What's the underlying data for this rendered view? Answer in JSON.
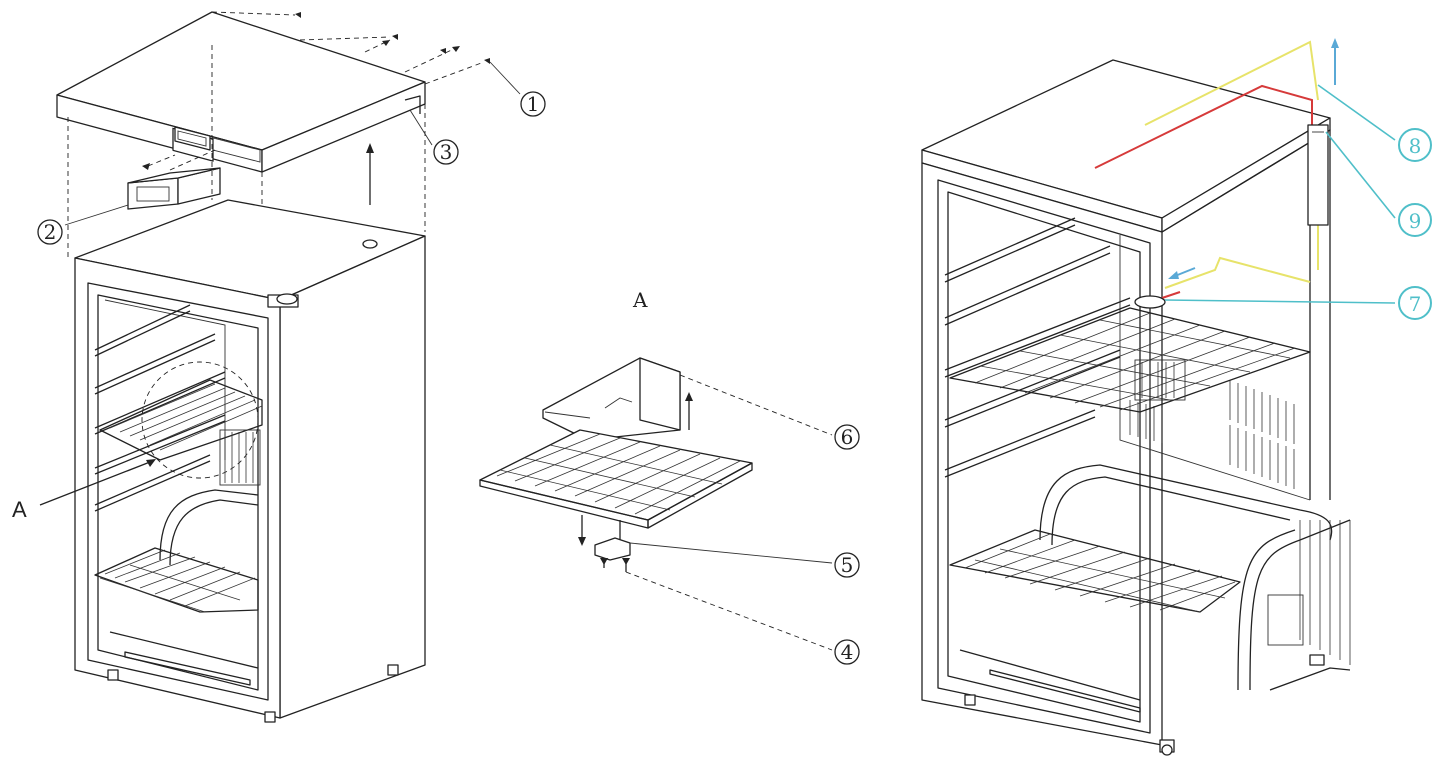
{
  "callouts": {
    "c1": "1",
    "c2": "2",
    "c3": "3",
    "c4": "4",
    "c5": "5",
    "c6": "6",
    "c7": "7",
    "c8": "8",
    "c9": "9"
  },
  "labels": {
    "detail_ref": "A",
    "detail_title": "A"
  },
  "colors": {
    "outline": "#222222",
    "callout_cyan": "#4fbfc9",
    "wire_red": "#d63a3a",
    "wire_yellow": "#e7e36a",
    "arrow_blue": "#5aa9d6"
  }
}
